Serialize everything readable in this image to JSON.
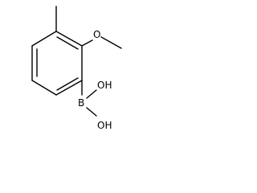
{
  "structure": {
    "atoms": {
      "methoxy_oxygen": "O",
      "boron": "B",
      "hydroxyl_upper": "OH",
      "hydroxyl_lower": "OH"
    }
  },
  "colors": {
    "bond": "#000000",
    "label": "#000000",
    "background": "#ffffff"
  }
}
